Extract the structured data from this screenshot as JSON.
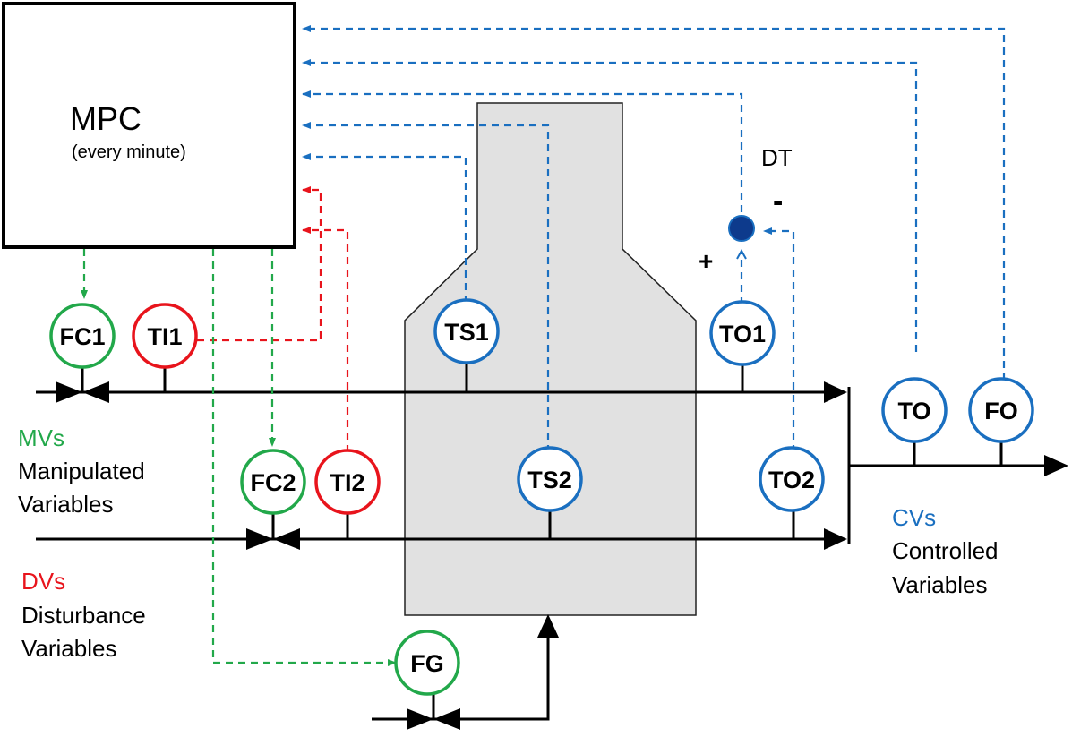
{
  "mpc": {
    "title": "MPC",
    "subtitle": "(every minute)"
  },
  "instruments": {
    "FC1": "FC1",
    "TI1": "TI1",
    "FC2": "FC2",
    "TI2": "TI2",
    "TS1": "TS1",
    "TS2": "TS2",
    "TO1": "TO1",
    "TO2": "TO2",
    "TO": "TO",
    "FO": "FO",
    "FG": "FG"
  },
  "junction": {
    "label": "DT",
    "plus": "+",
    "minus": "-"
  },
  "legend": {
    "mv_abbr": "MVs",
    "mv_line1": "Manipulated",
    "mv_line2": "Variables",
    "dv_abbr": "DVs",
    "dv_line1": "Disturbance",
    "dv_line2": "Variables",
    "cv_abbr": "CVs",
    "cv_line1": "Controlled",
    "cv_line2": "Variables"
  },
  "colors": {
    "mv": "#22a84a",
    "dv": "#e8141c",
    "cv": "#1a6fc0",
    "line": "#000000",
    "vessel_fill": "#e1e1e1",
    "junction": "#0d3a8c"
  }
}
